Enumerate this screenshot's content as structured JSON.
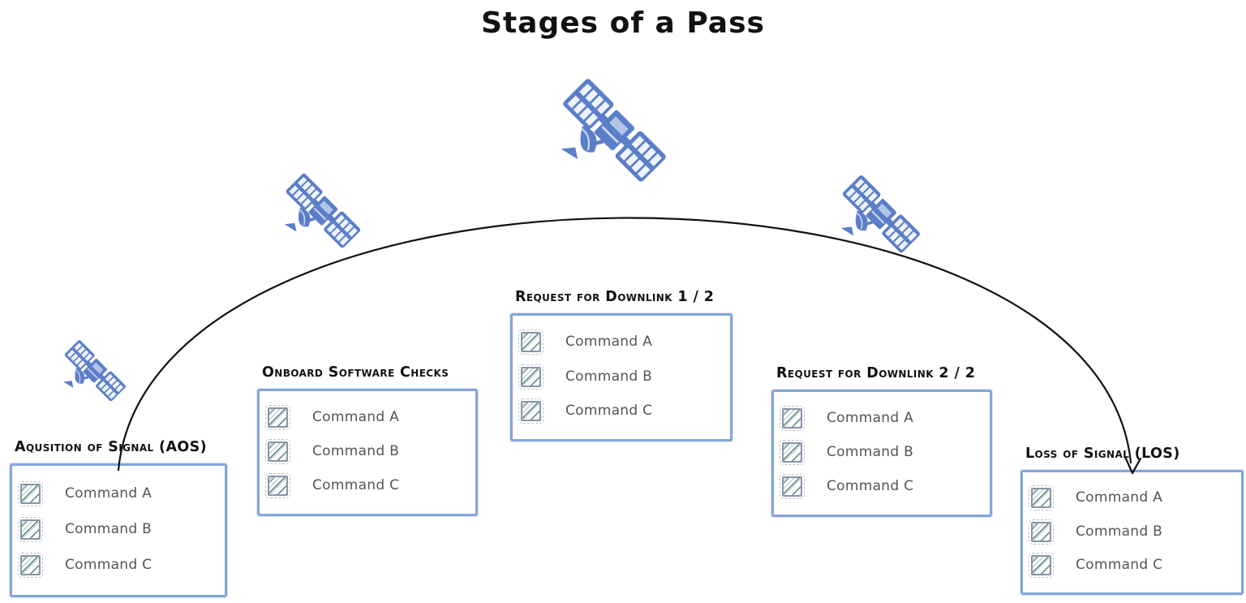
{
  "title": "Stages of a Pass",
  "stages": [
    {
      "id": "aos",
      "label": "Aqusition of Signal (AOS)",
      "commands": [
        "Command A",
        "Command B",
        "Command C"
      ]
    },
    {
      "id": "onboard",
      "label": "Onboard Software Checks",
      "commands": [
        "Command A",
        "Command B",
        "Command C"
      ]
    },
    {
      "id": "downlink-1",
      "label": "Request for Downlink 1 / 2",
      "commands": [
        "Command A",
        "Command B",
        "Command C"
      ]
    },
    {
      "id": "downlink-2",
      "label": "Request for Downlink 2 / 2",
      "commands": [
        "Command A",
        "Command B",
        "Command C"
      ]
    },
    {
      "id": "los",
      "label": "Loss of Signal (LOS)",
      "commands": [
        "Command A",
        "Command B",
        "Command C"
      ]
    }
  ],
  "satellites": [
    "satellite-top",
    "satellite-mid-left",
    "satellite-mid-right",
    "satellite-low-left"
  ],
  "icons": {
    "satellite": "satellite-icon",
    "checkbox": "hatched-checkbox-icon",
    "arrow": "pass-arc-arrow"
  },
  "colors": {
    "background": "#ffffff",
    "title_text": "#111111",
    "stage_label_text": "#111111",
    "box_border": "#85a5d8",
    "command_text": "#555555",
    "checkbox_border": "#8b94a6",
    "hatch_green": "#2f6b45",
    "hatch_blue": "#a9c0e2",
    "satellite_blue": "#5b7ec9",
    "arc_stroke": "#111111"
  }
}
